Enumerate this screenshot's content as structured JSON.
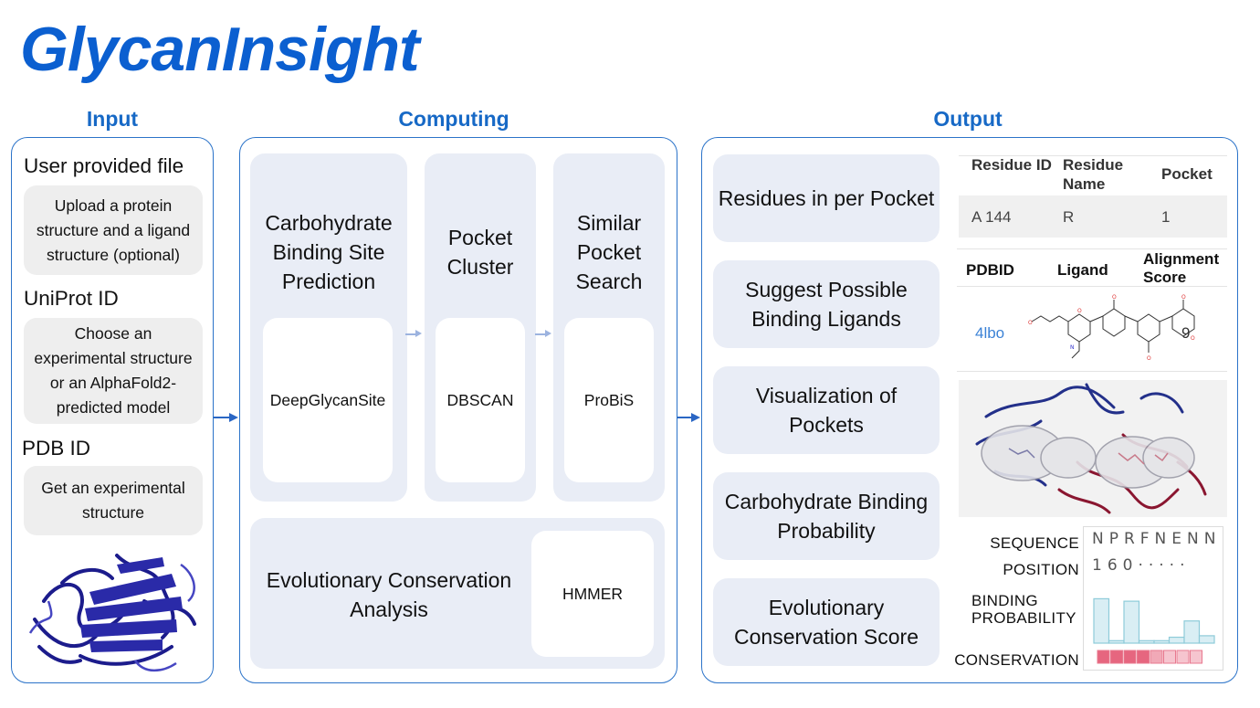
{
  "app_title": "GlycanInsight",
  "columns": {
    "input": "Input",
    "computing": "Computing",
    "output": "Output"
  },
  "input": {
    "user_file": {
      "heading": "User provided file",
      "desc": "Upload a protein structure and a ligand structure (optional)"
    },
    "uniprot": {
      "heading": "UniProt ID",
      "desc": "Choose an experimental structure or an AlphaFold2-predicted model"
    },
    "pdb": {
      "heading": "PDB ID",
      "desc": "Get an experimental structure"
    }
  },
  "computing": {
    "binding_site": {
      "label": "Carbohydrate Binding Site Prediction",
      "tool": "DeepGlycanSite"
    },
    "pocket_cluster": {
      "label": "Pocket Cluster",
      "tool": "DBSCAN"
    },
    "similar_pocket": {
      "label": "Similar Pocket Search",
      "tool": "ProBiS"
    },
    "evolution": {
      "label": "Evolutionary Conservation Analysis",
      "tool": "HMMER"
    }
  },
  "output": {
    "items": [
      "Residues in per Pocket",
      "Suggest Possible Binding Ligands",
      "Visualization of Pockets",
      "Carbohydrate Binding Probability",
      "Evolutionary Conservation Score"
    ],
    "residue_table": {
      "headers": [
        "Residue ID",
        "Residue Name",
        "Pocket"
      ],
      "row": [
        "A 144",
        "R",
        "1"
      ]
    },
    "ligand_table": {
      "headers": [
        "PDBID",
        "Ligand",
        "Alignment Score"
      ],
      "row": {
        "pdbid": "4lbo",
        "score": "9"
      }
    },
    "sequence_panel": {
      "sequence_label": "SEQUENCE",
      "sequence": "NPRFNENN",
      "position_label": "POSITION",
      "position": "160·····",
      "binding_label_1": "BINDING",
      "binding_label_2": "PROBABILITY",
      "conservation_label": "CONSERVATION",
      "binding_values": [
        0.9,
        0.05,
        0.85,
        0.05,
        0.05,
        0.12,
        0.45,
        0.15
      ],
      "conservation_values": [
        0.8,
        0.8,
        0.8,
        0.8,
        0.45,
        0.3,
        0.3,
        0.3
      ]
    }
  },
  "colors": {
    "accent": "#0b5fd0",
    "border": "#2b73c9",
    "link": "#3b82d6"
  }
}
